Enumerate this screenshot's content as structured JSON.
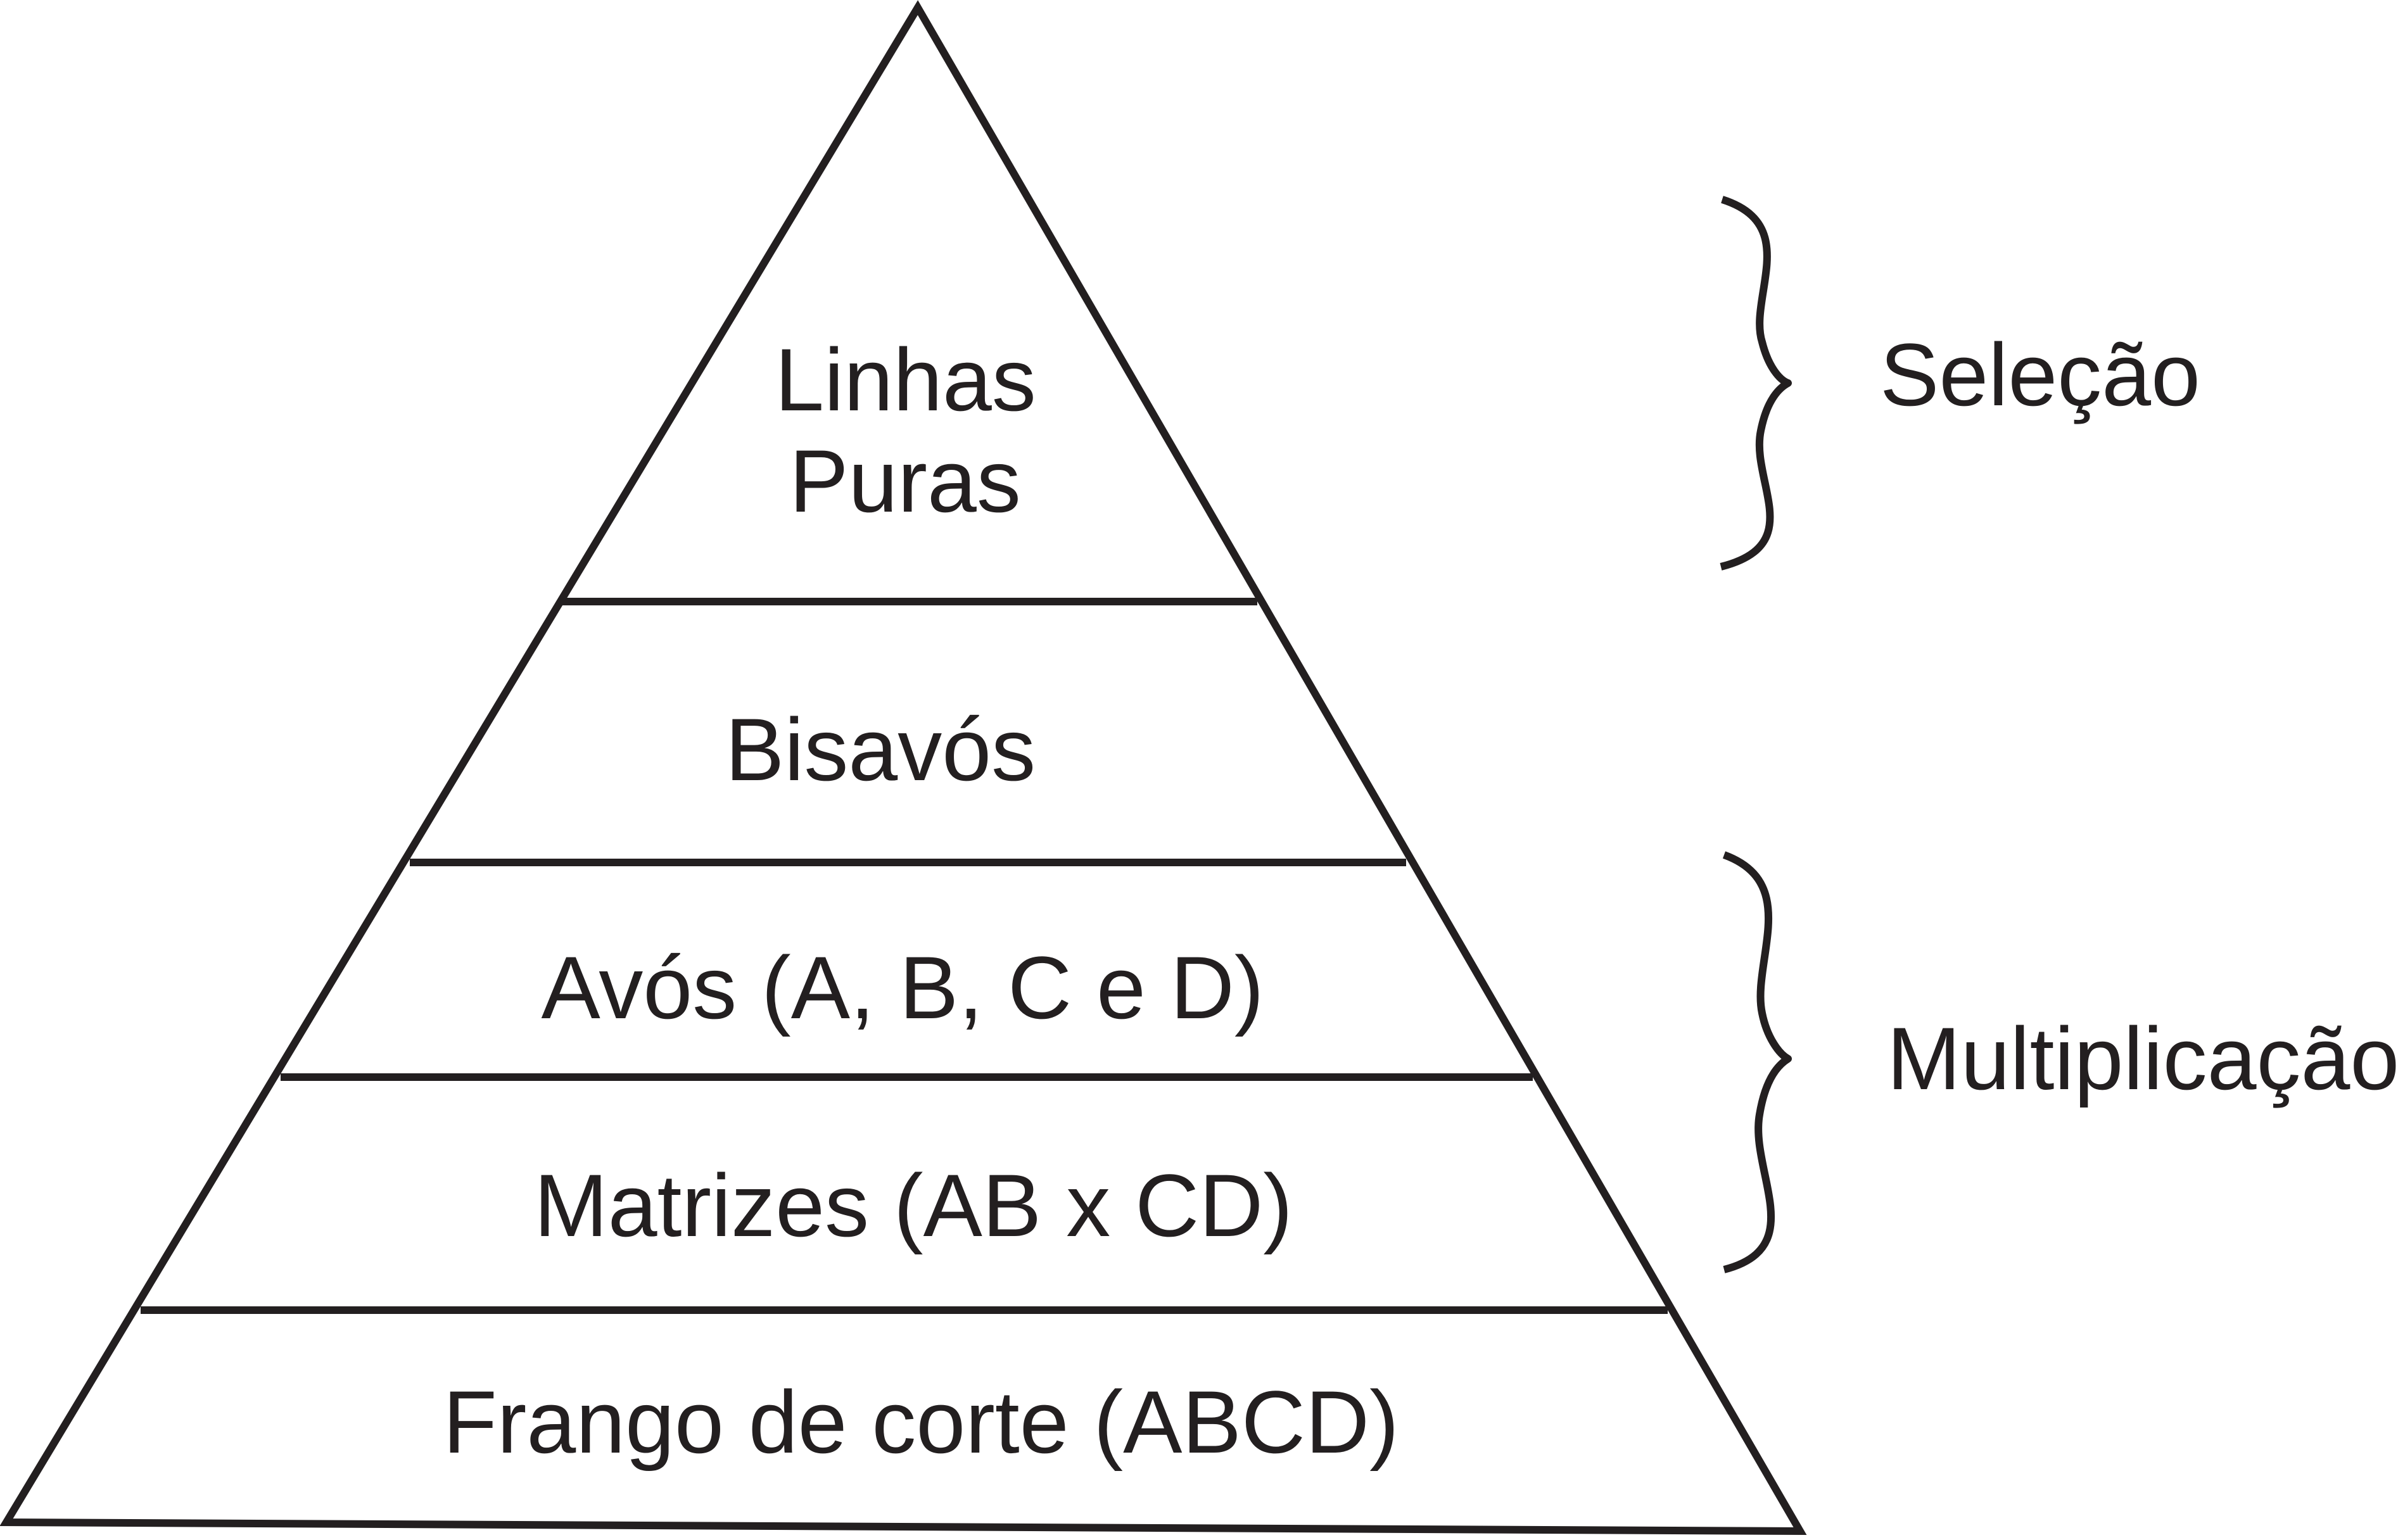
{
  "pyramid": {
    "tiers": [
      {
        "lines": [
          "Linhas",
          "Puras"
        ]
      },
      {
        "lines": [
          "Bisavós"
        ]
      },
      {
        "lines": [
          "Avós (A, B, C e D)"
        ]
      },
      {
        "lines": [
          "Matrizes (AB x CD)"
        ]
      },
      {
        "lines": [
          "Frango de corte (ABCD)"
        ]
      }
    ]
  },
  "groups": {
    "selection": {
      "label": "Seleção"
    },
    "multiplication": {
      "label": "Multiplicação"
    }
  },
  "colors": {
    "line": "#231f20",
    "background": "#ffffff"
  }
}
